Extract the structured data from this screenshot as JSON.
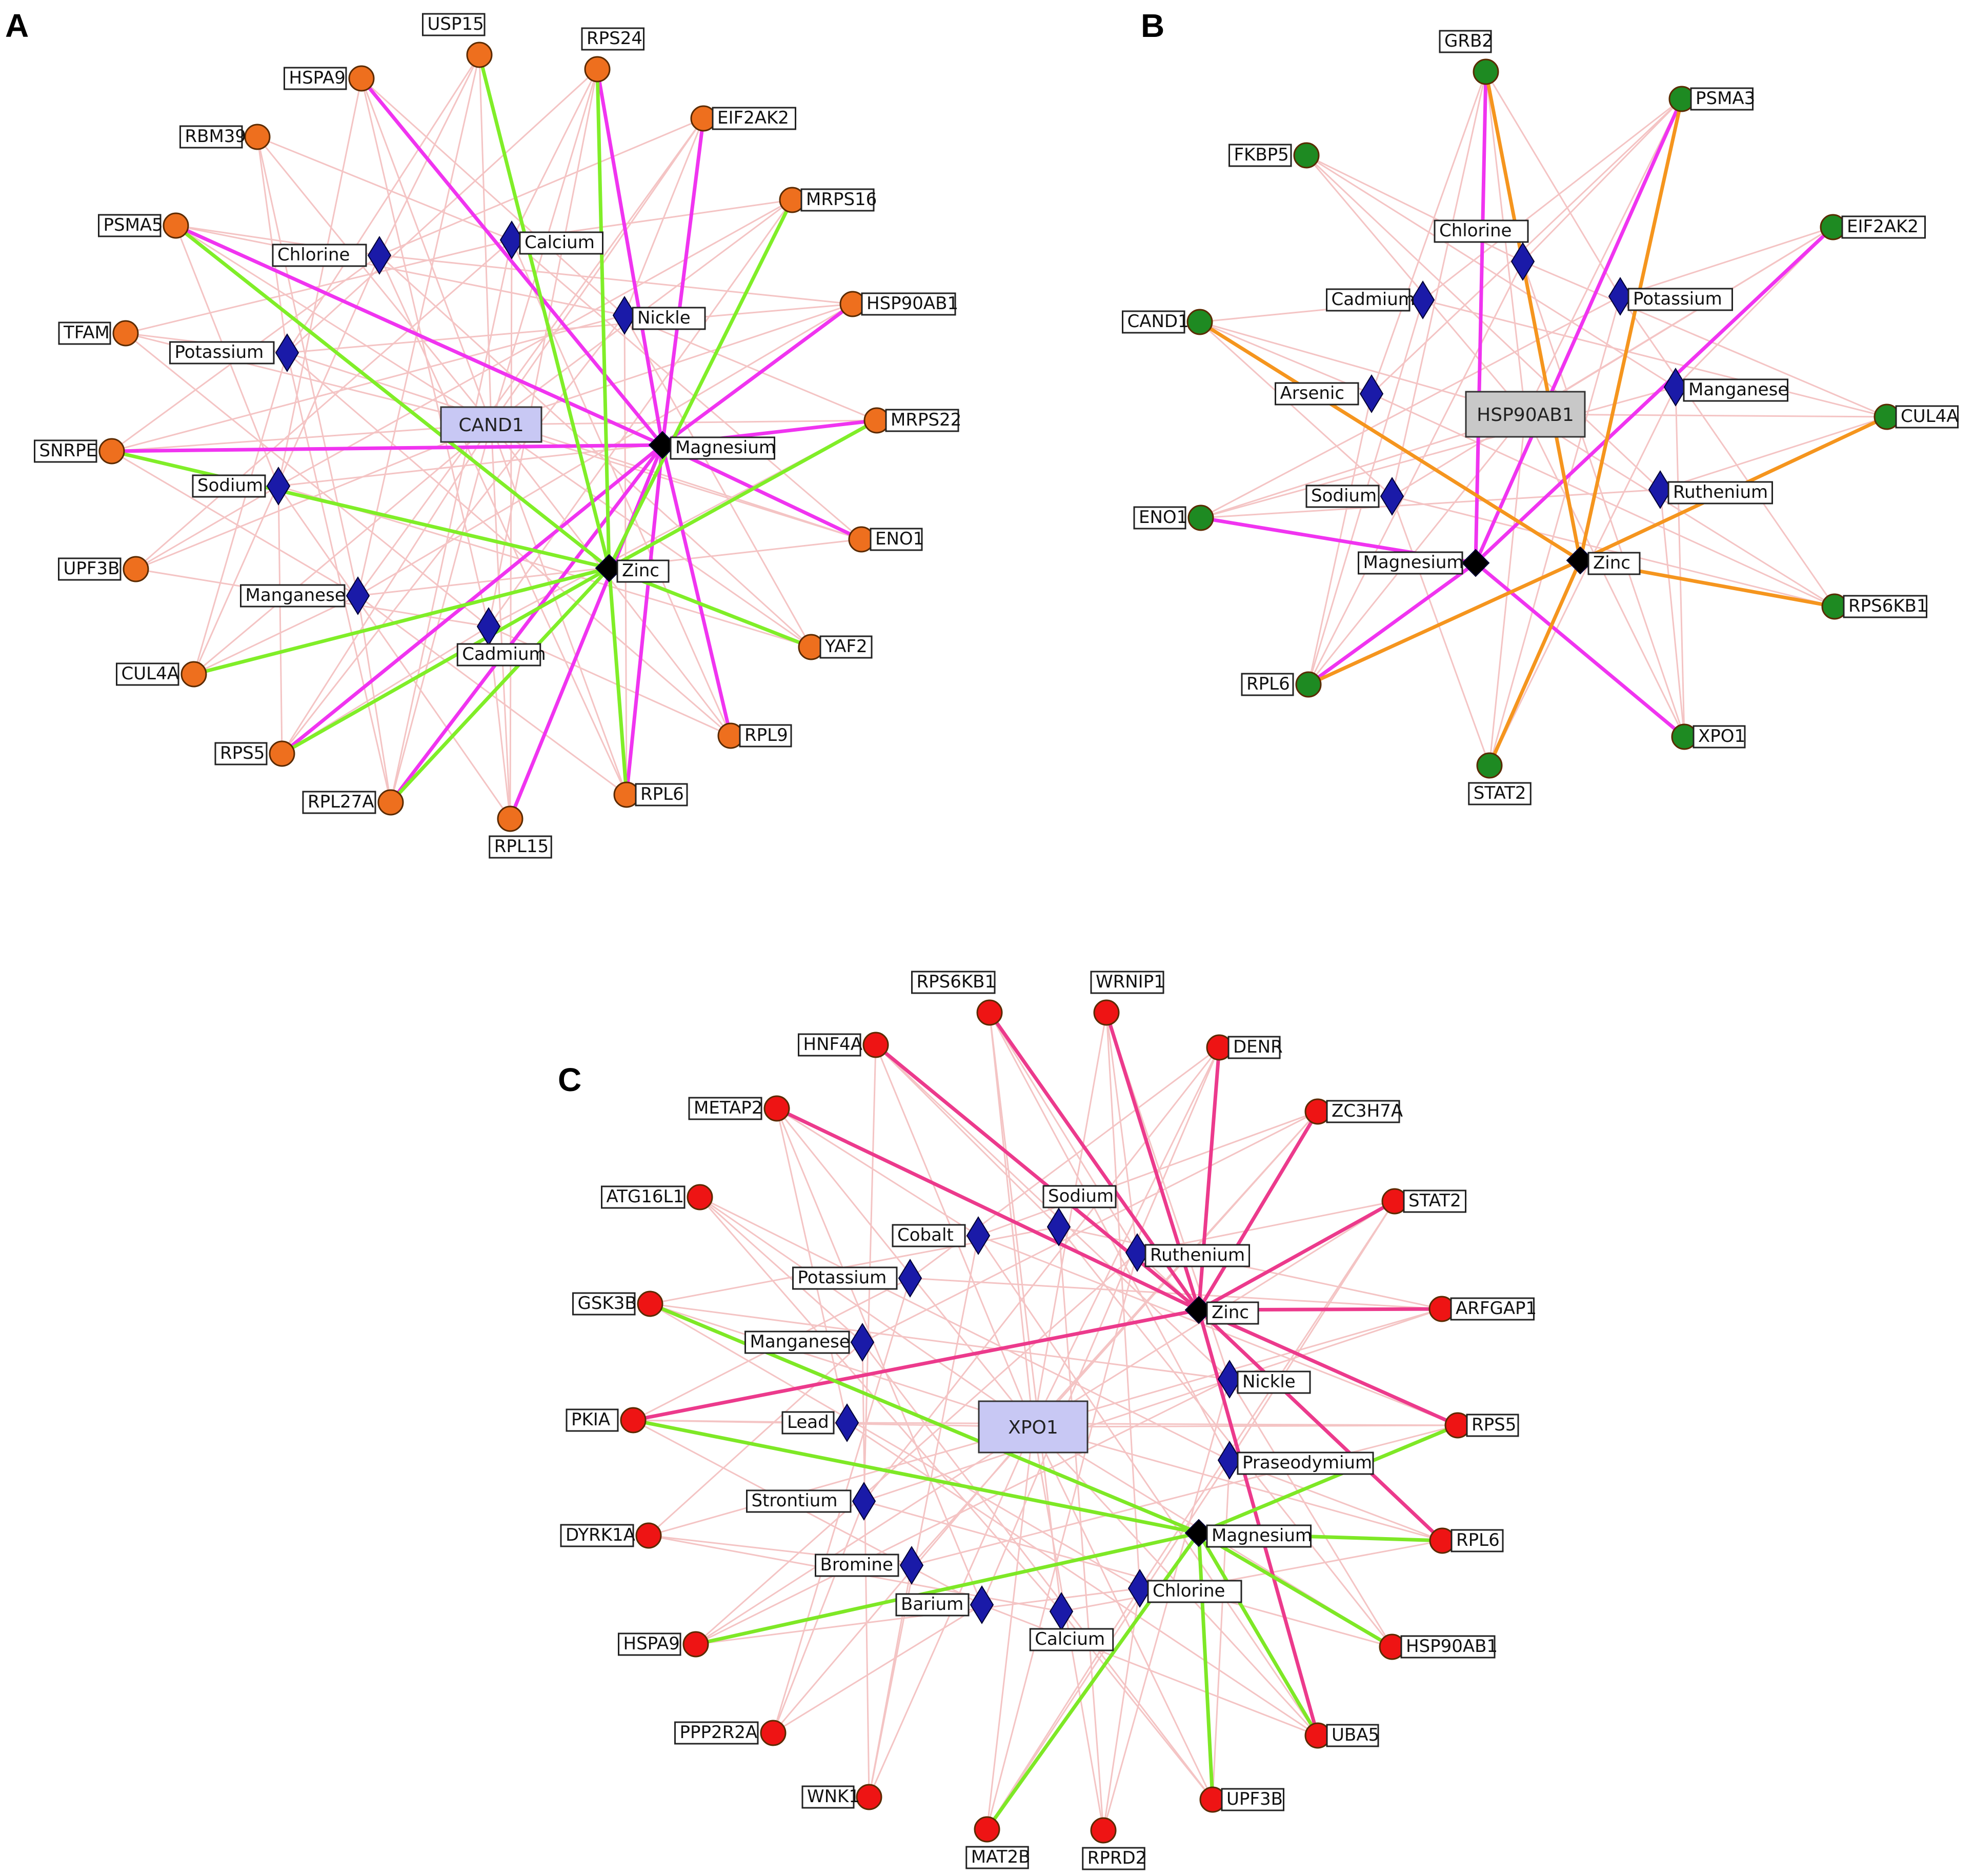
{
  "colors": {
    "light_edge": "#f4c4c4",
    "metal_node": "#1a1aa8",
    "hub_metal_node": "#000000",
    "protein_orange": "#ee6f1e",
    "protein_green": "#1e8a22",
    "protein_red": "#ee1414",
    "magnesium_edge_A": "#f034f0",
    "zinc_edge_A": "#80ee28",
    "magnesium_edge_B": "#f034f0",
    "zinc_edge_B": "#f5951e",
    "zinc_edge_C": "#ec3a8c",
    "magnesium_edge_C": "#7ee826",
    "center_fill_A": "#c8c8f4",
    "center_fill_B": "#c8c8c8",
    "center_fill_C": "#c8c8f4"
  },
  "panels": [
    {
      "id": "A",
      "letter": "A",
      "center": {
        "label": "CAND1"
      },
      "hubs": [
        "Magnesium",
        "Zinc"
      ],
      "metals": [
        "Chlorine",
        "Calcium",
        "Nickle",
        "Potassium",
        "Sodium",
        "Manganese",
        "Cadmium",
        "Magnesium",
        "Zinc"
      ],
      "proteins": [
        "USP15",
        "RPS24",
        "HSPA9",
        "EIF2AK2",
        "RBM39",
        "MRPS16",
        "PSMA5",
        "HSP90AB1",
        "TFAM",
        "MRPS22",
        "SNRPE",
        "ENO1",
        "UPF3B",
        "YAF2",
        "CUL4A",
        "RPL9",
        "RPS5",
        "RPL6",
        "RPL27A",
        "RPL15"
      ],
      "hub_edges": {
        "Magnesium": [
          "HSPA9",
          "RPS24",
          "EIF2AK2",
          "PSMA5",
          "HSP90AB1",
          "MRPS22",
          "ENO1",
          "SNRPE",
          "RPL9",
          "RPL6",
          "RPS5",
          "RPL27A",
          "RPL15"
        ],
        "Zinc": [
          "USP15",
          "RPS24",
          "MRPS16",
          "PSMA5",
          "SNRPE",
          "CUL4A",
          "RPS5",
          "RPL27A",
          "RPL6",
          "YAF2",
          "MRPS22"
        ]
      }
    },
    {
      "id": "B",
      "letter": "B",
      "center": {
        "label": "HSP90AB1"
      },
      "hubs": [
        "Magnesium",
        "Zinc"
      ],
      "metals": [
        "Chlorine",
        "Potassium",
        "Cadmium",
        "Manganese",
        "Arsenic",
        "Ruthenium",
        "Sodium",
        "Magnesium",
        "Zinc"
      ],
      "proteins": [
        "GRB2",
        "PSMA3",
        "FKBP5",
        "EIF2AK2",
        "CAND1",
        "CUL4A",
        "ENO1",
        "RPS6KB1",
        "RPL6",
        "XPO1",
        "STAT2"
      ],
      "hub_edges": {
        "Magnesium": [
          "GRB2",
          "PSMA3",
          "EIF2AK2",
          "ENO1",
          "RPL6",
          "XPO1"
        ],
        "Zinc": [
          "GRB2",
          "PSMA3",
          "CAND1",
          "CUL4A",
          "RPS6KB1",
          "RPL6",
          "STAT2"
        ]
      }
    },
    {
      "id": "C",
      "letter": "C",
      "center": {
        "label": "XPO1"
      },
      "hubs": [
        "Zinc",
        "Magnesium"
      ],
      "metals": [
        "Sodium",
        "Cobalt",
        "Ruthenium",
        "Potassium",
        "Manganese",
        "Nickle",
        "Lead",
        "Praseodymium",
        "Strontium",
        "Bromine",
        "Chlorine",
        "Barium",
        "Calcium",
        "Zinc",
        "Magnesium"
      ],
      "proteins": [
        "RPS6KB1",
        "WRNIP1",
        "HNF4A",
        "DENR",
        "METAP2",
        "ZC3H7A",
        "ATG16L1",
        "STAT2",
        "GSK3B",
        "ARFGAP1",
        "PKIA",
        "RPS5",
        "DYRK1A",
        "RPL6",
        "HSPA9",
        "HSP90AB1",
        "PPP2R2A",
        "UBA5",
        "WNK1",
        "UPF3B",
        "MAT2B",
        "RPRD2"
      ],
      "hub_edges": {
        "Zinc": [
          "HNF4A",
          "METAP2",
          "RPS6KB1",
          "WRNIP1",
          "DENR",
          "ZC3H7A",
          "STAT2",
          "ARFGAP1",
          "PKIA",
          "RPS5",
          "RPL6",
          "UBA5"
        ],
        "Magnesium": [
          "GSK3B",
          "PKIA",
          "HSPA9",
          "RPS5",
          "RPL6",
          "HSP90AB1",
          "UBA5",
          "UPF3B",
          "MAT2B"
        ]
      }
    }
  ]
}
